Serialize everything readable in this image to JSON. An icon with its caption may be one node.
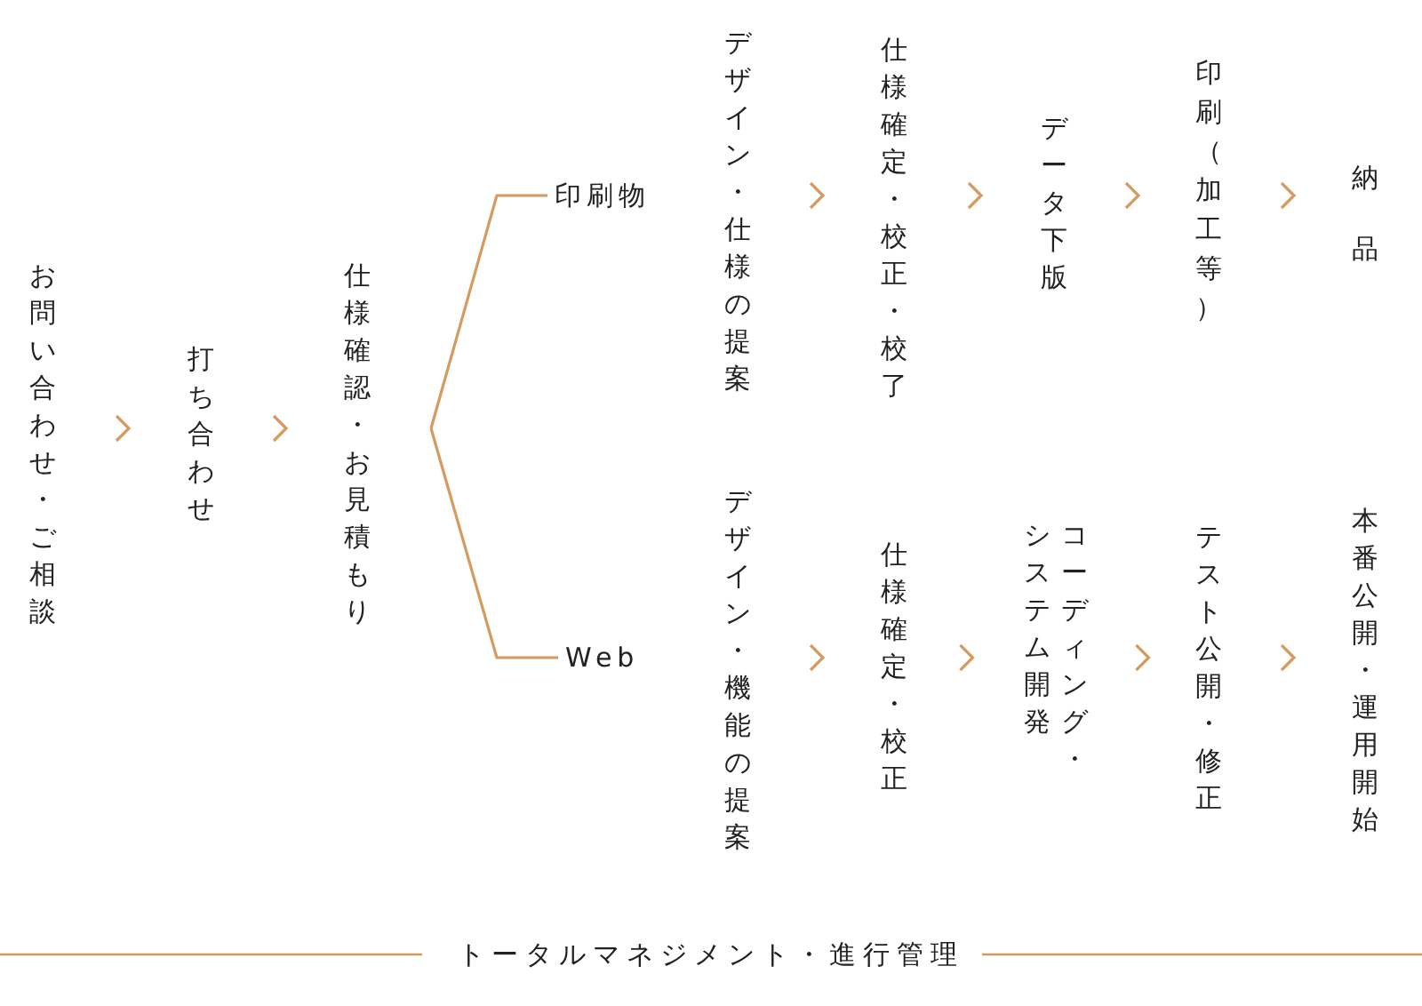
{
  "diagram": {
    "nodes": [
      {
        "text": [
          "お問い合わせ・ご相談"
        ]
      },
      {
        "text": [
          "打ち合わせ"
        ]
      },
      {
        "text": [
          "仕様確認・お見積もり"
        ]
      },
      {
        "text": [
          "印刷物"
        ]
      },
      {
        "text": [
          "デザイン・仕様の提案"
        ]
      },
      {
        "text": [
          "仕様確定・校正・校了"
        ]
      },
      {
        "text": [
          "データ下版"
        ]
      },
      {
        "text": [
          "印刷（加工等）"
        ]
      },
      {
        "text": [
          "納品"
        ]
      },
      {
        "text": [
          "Web"
        ]
      },
      {
        "text": [
          "デザイン・機能の提案"
        ]
      },
      {
        "text": [
          "仕様確定・校正"
        ]
      },
      {
        "text": [
          "コーディング・システム開発"
        ]
      },
      {
        "text": [
          "テスト公開・修正"
        ]
      },
      {
        "text": [
          "本番公開・運用開始"
        ]
      }
    ],
    "edges": [
      {
        "from": 0,
        "to": 1,
        "arrow": "to"
      },
      {
        "from": 1,
        "to": 2,
        "arrow": "to"
      },
      {
        "from": 2,
        "to": 3,
        "arrow": "none"
      },
      {
        "from": 2,
        "to": 9,
        "arrow": "none"
      },
      {
        "from": 4,
        "to": 5,
        "arrow": "to"
      },
      {
        "from": 5,
        "to": 6,
        "arrow": "to"
      },
      {
        "from": 6,
        "to": 7,
        "arrow": "to"
      },
      {
        "from": 7,
        "to": 8,
        "arrow": "to"
      },
      {
        "from": 10,
        "to": 11,
        "arrow": "to"
      },
      {
        "from": 11,
        "to": 12,
        "arrow": "to"
      },
      {
        "from": 12,
        "to": 13,
        "arrow": "to"
      },
      {
        "from": 13,
        "to": 14,
        "arrow": "to"
      }
    ],
    "labels": [
      "トータルマネジメント・進行管理"
    ]
  }
}
